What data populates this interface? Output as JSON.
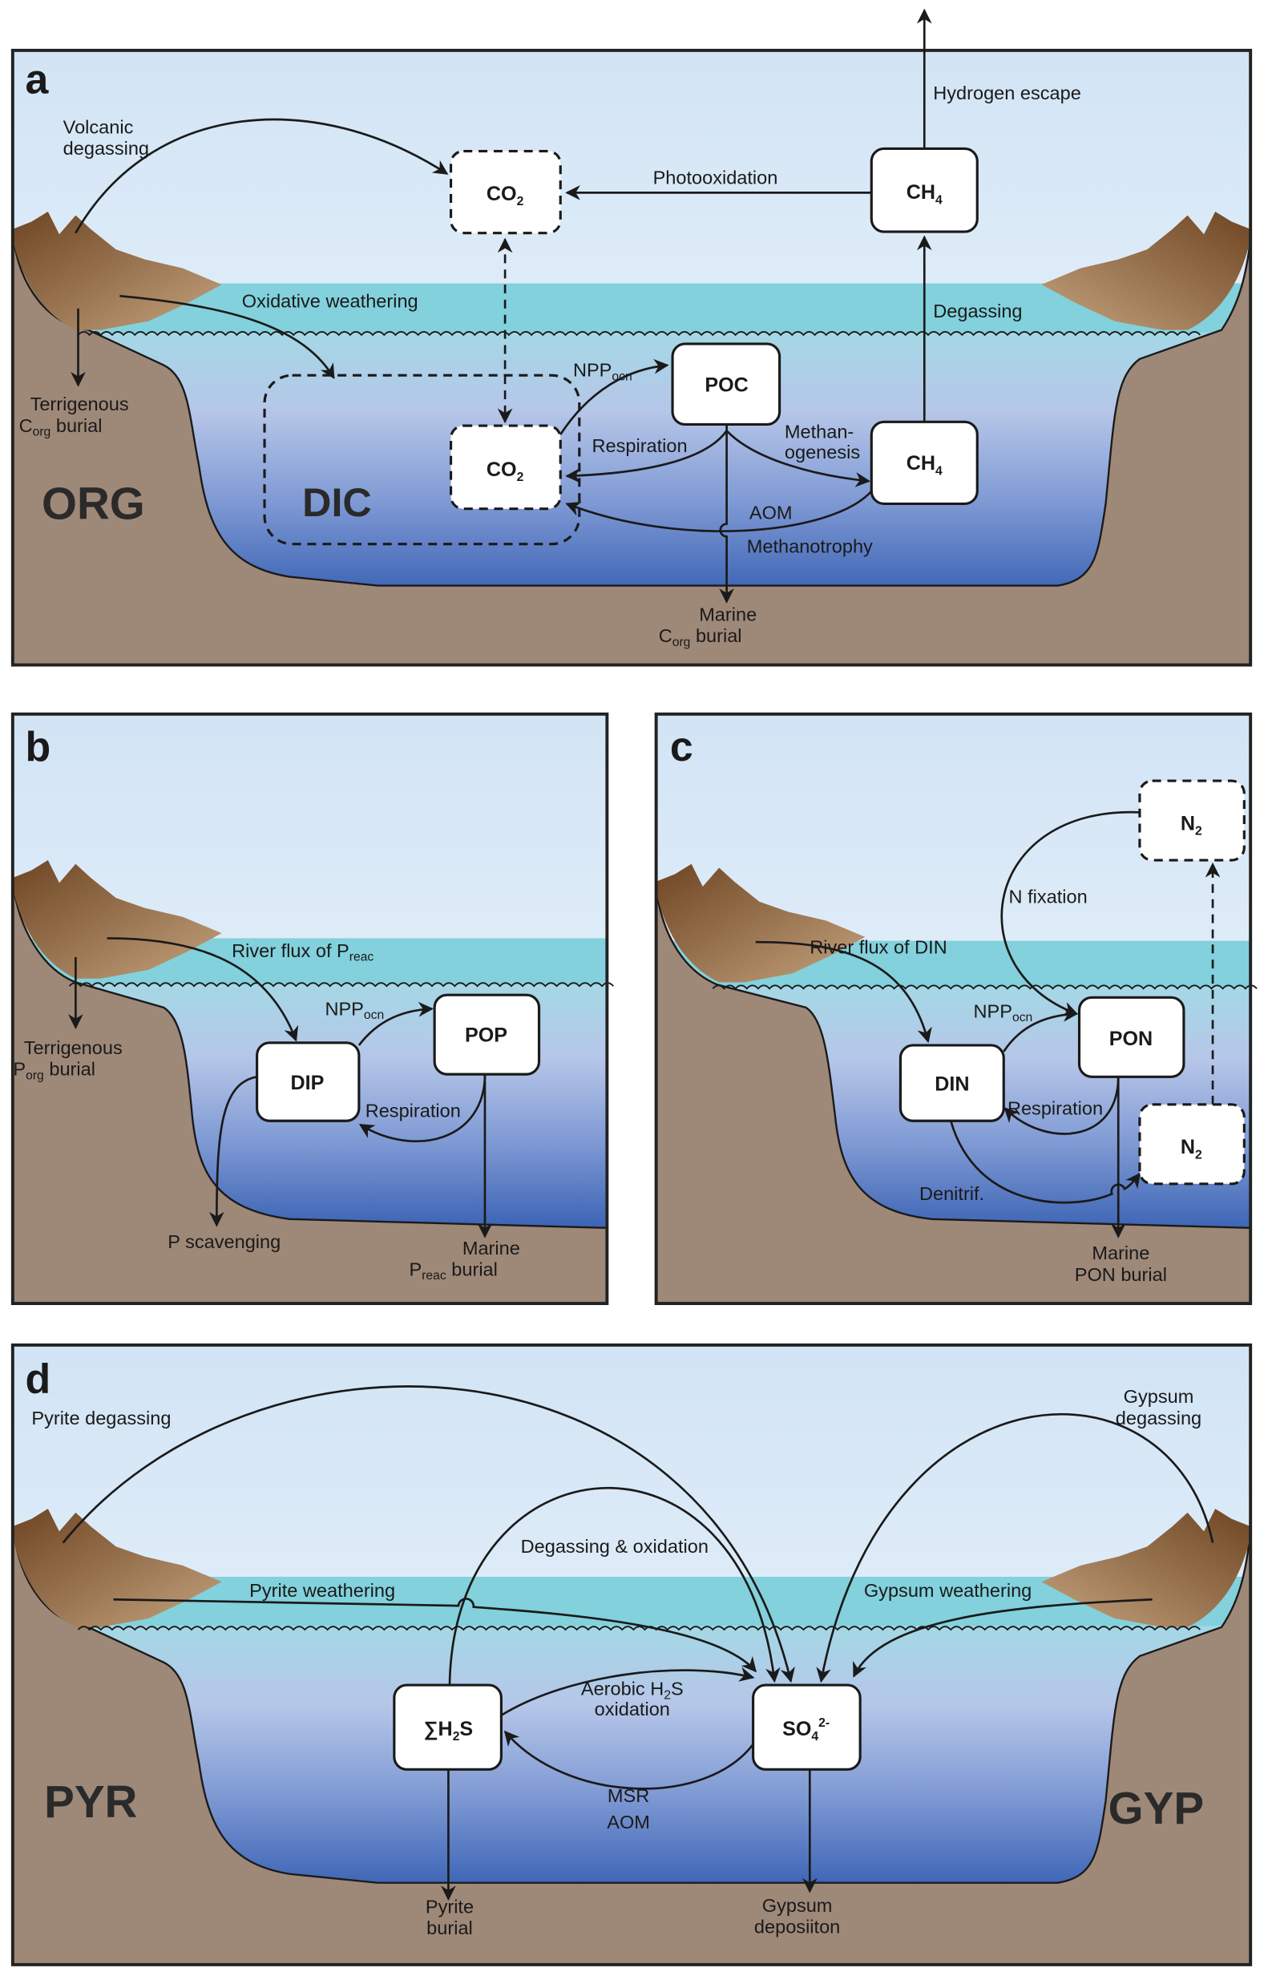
{
  "colors": {
    "sky_top": "#d2e4f5",
    "sky_bottom": "#eef6fb",
    "surface": "#82d1dc",
    "water_top": "#a4d8e6",
    "water_bottom": "#3d66b6",
    "ground": "#9e8878",
    "mountain": "#7a4f28"
  },
  "panel_a": {
    "label": "a",
    "volcanic": [
      "Volcanic",
      "degassing"
    ],
    "co2_atm": {
      "main": "CO",
      "sub": "2"
    },
    "photooxidation": "Photooxidation",
    "ch4_atm": {
      "main": "CH",
      "sub": "4"
    },
    "hydrogen_escape": "Hydrogen escape",
    "degassing": "Degassing",
    "oxidative_weathering": "Oxidative weathering",
    "terrigenous": {
      "line1": "Terrigenous",
      "main": "C",
      "sub": "org",
      "rest": " burial"
    },
    "reservoir": "ORG",
    "dic": "DIC",
    "co2_ocn": {
      "main": "CO",
      "sub": "2"
    },
    "poc": "POC",
    "npp": {
      "main": "NPP",
      "sub": "ocn"
    },
    "respiration": "Respiration",
    "methanogenesis": [
      "Methan-",
      "ogenesis"
    ],
    "ch4_ocn": {
      "main": "CH",
      "sub": "4"
    },
    "aom": "AOM",
    "methanotrophy": "Methanotrophy",
    "marine_burial": {
      "line1": "Marine",
      "main": "C",
      "sub": "org",
      "rest": " burial"
    }
  },
  "panel_b": {
    "label": "b",
    "river_flux": {
      "main": "River flux of P",
      "sub": "reac"
    },
    "terrigenous": {
      "line1": "Terrigenous",
      "main": "P",
      "sub": "org",
      "rest": " burial"
    },
    "npp": {
      "main": "NPP",
      "sub": "ocn"
    },
    "pop": "POP",
    "dip": "DIP",
    "respiration": "Respiration",
    "p_scavenging": "P scavenging",
    "marine_burial": {
      "line1": "Marine",
      "main": "P",
      "sub": "reac",
      "rest": " burial"
    }
  },
  "panel_c": {
    "label": "c",
    "n2_atm": {
      "main": "N",
      "sub": "2"
    },
    "n_fixation": "N fixation",
    "river_flux": "River flux of DIN",
    "npp": {
      "main": "NPP",
      "sub": "ocn"
    },
    "pon": "PON",
    "din": "DIN",
    "respiration": "Respiration",
    "n2_ocn": {
      "main": "N",
      "sub": "2"
    },
    "denitrif": "Denitrif.",
    "marine_burial": [
      "Marine",
      "PON burial"
    ]
  },
  "panel_d": {
    "label": "d",
    "pyrite_degassing": "Pyrite degassing",
    "gypsum_degassing": [
      "Gypsum",
      "degassing"
    ],
    "degassing_oxidation": "Degassing & oxidation",
    "pyrite_weathering": "Pyrite weathering",
    "gypsum_weathering": "Gypsum weathering",
    "h2s": {
      "main": "∑H",
      "sub": "2",
      "rest": "S"
    },
    "so4": {
      "main": "SO",
      "sub": "4",
      "sup": "2-"
    },
    "aerobic": {
      "main": "Aerobic H",
      "sub": "2",
      "rest": "S",
      "line2": "oxidation"
    },
    "msr": "MSR",
    "aom": "AOM",
    "pyr": "PYR",
    "gyp": "GYP",
    "pyrite_burial": [
      "Pyrite",
      "burial"
    ],
    "gypsum_deposition": [
      "Gypsum",
      "deposiiton"
    ]
  }
}
